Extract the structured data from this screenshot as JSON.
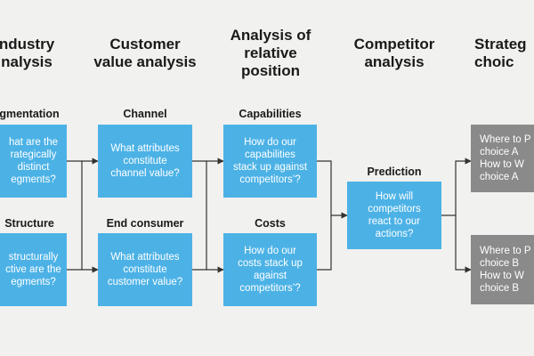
{
  "colors": {
    "box_blue": "#4cb2e6",
    "box_gray": "#8a8a8a",
    "line": "#333333",
    "background": "#f1f1ef"
  },
  "columns": {
    "industry": {
      "title": "ndustry\nnalysis",
      "segmentation": {
        "label": "gmentation",
        "box": "hat are the\nrategically\ndistinct\negments?"
      },
      "structure": {
        "label": "Structure",
        "box": "structurally\nctive are the\negments?"
      }
    },
    "customer": {
      "title": "Customer\nvalue analysis",
      "channel": {
        "label": "Channel",
        "box": "What attributes\nconstitute\nchannel value?"
      },
      "end_consumer": {
        "label": "End consumer",
        "box": "What attributes\nconstitute\ncustomer value?"
      }
    },
    "relative": {
      "title": "Analysis of\nrelative\nposition",
      "capabilities": {
        "label": "Capabilities",
        "box": "How do our\ncapabilities\nstack up against\ncompetitors’?"
      },
      "costs": {
        "label": "Costs",
        "box": "How do our\ncosts stack up\nagainst\ncompetitors’?"
      }
    },
    "competitor": {
      "title": "Competitor\nanalysis",
      "prediction": {
        "label": "Prediction",
        "box": "How will\ncompetitors\nreact to our\nactions?"
      }
    },
    "strategic": {
      "title": "Strateg\nchoic",
      "choice_top": {
        "box": "Where to P\nchoice A\nHow to W\nchoice A"
      },
      "choice_bottom": {
        "box": "Where to P\nchoice B\nHow to W\nchoice B"
      }
    }
  }
}
